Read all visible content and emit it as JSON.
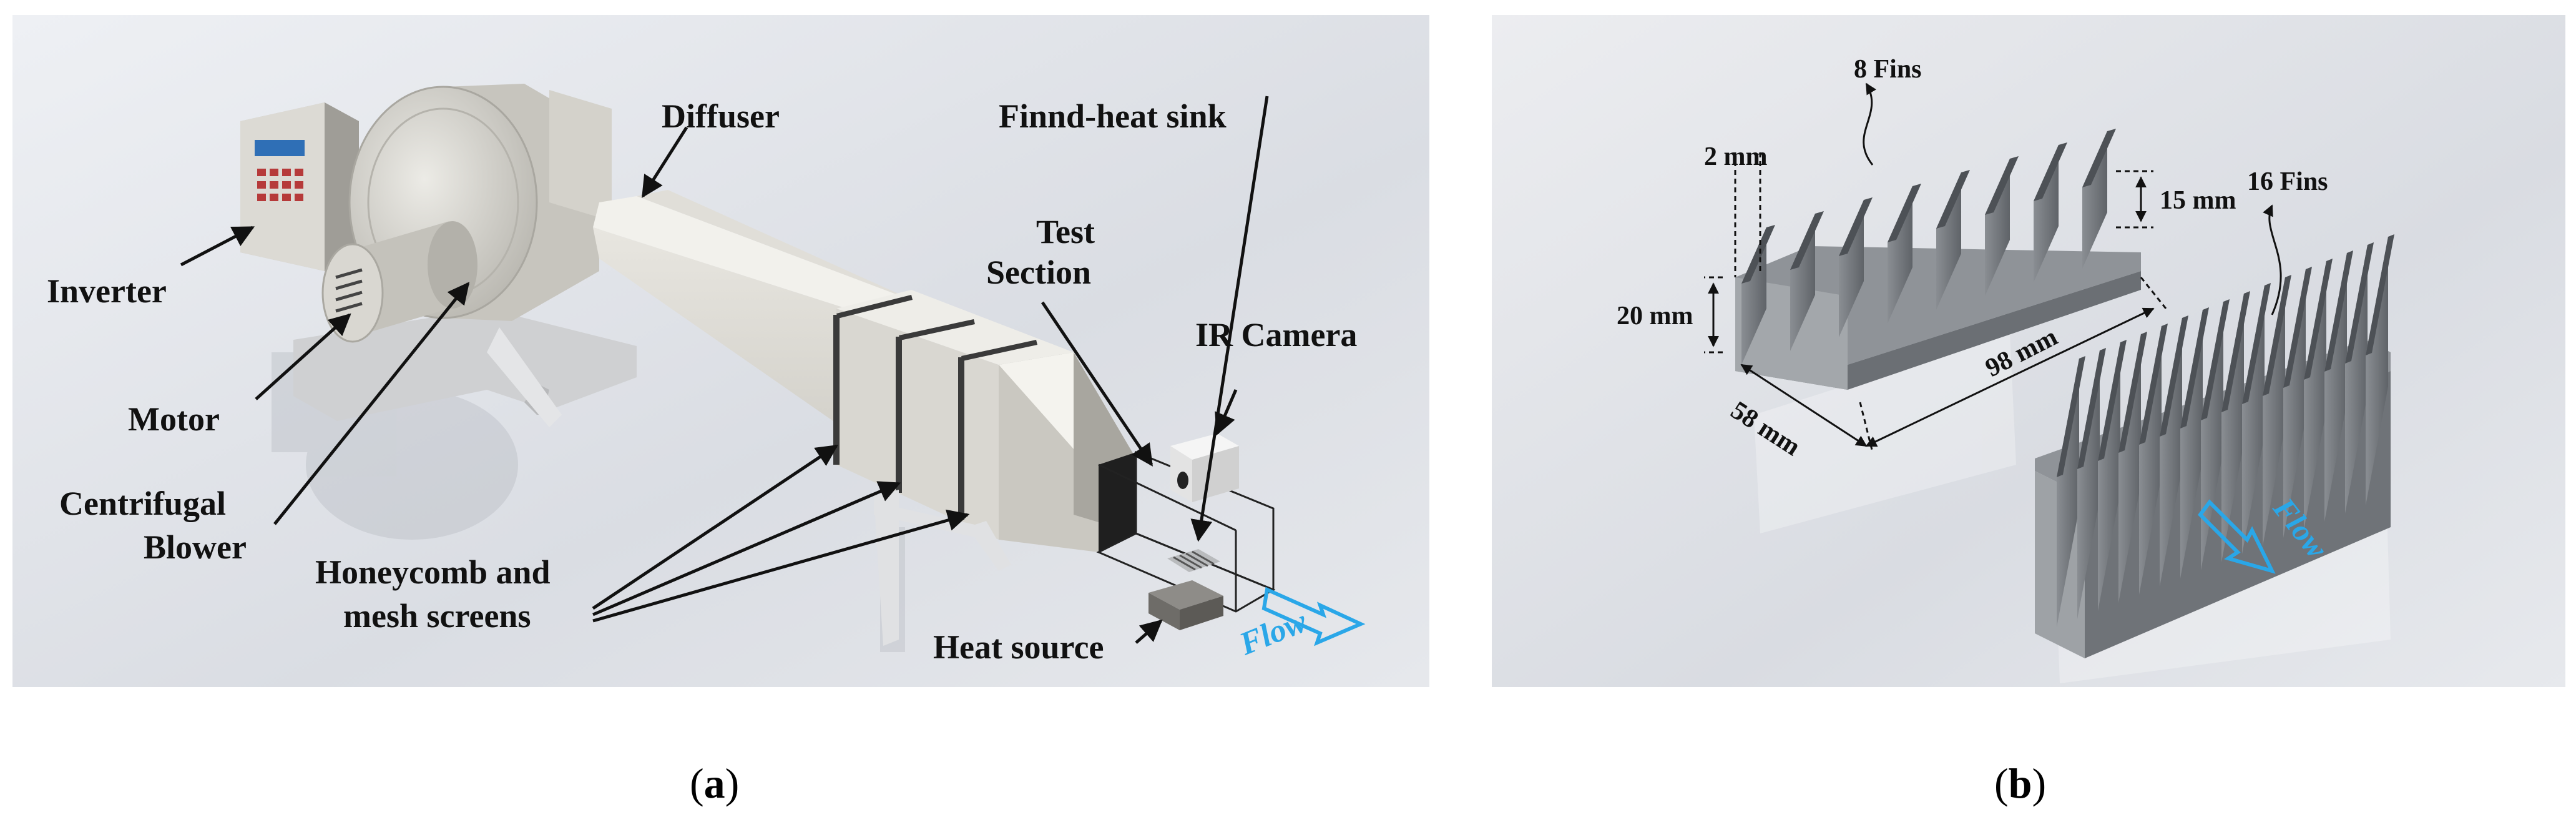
{
  "panel_a": {
    "labels": {
      "inverter": "Inverter",
      "diffuser": "Diffuser",
      "finned_heat_sink": "Finnd-heat sink",
      "test": "Test",
      "section": "Section",
      "ir_camera": "IR Camera",
      "motor": "Motor",
      "centrifugal": "Centrifugal",
      "blower": "Blower",
      "honeycomb": "Honeycomb and",
      "mesh_screens": "mesh screens",
      "heat_source": "Heat source",
      "flow": "Flow"
    },
    "caption_letter": "a"
  },
  "panel_b": {
    "labels": {
      "fins_8": "8 Fins",
      "fins_16": "16 Fins",
      "dim_2": "2 mm",
      "dim_15": "15 mm",
      "dim_20": "20 mm",
      "dim_58": "58 mm",
      "dim_98": "98 mm",
      "flow": "Flow"
    },
    "caption_letter": "b"
  },
  "colors": {
    "flow_arrow": "#2aa7e8",
    "flow_text": "#2aa7e8",
    "metal": "#7a7e83",
    "duct": "#d8d6d0"
  }
}
